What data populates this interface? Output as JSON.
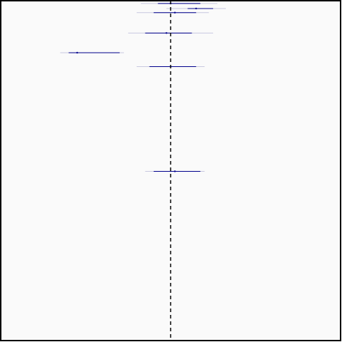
{
  "chart_data": {
    "type": "scatter",
    "title": "",
    "xlabel": "",
    "ylabel": "",
    "xlim": [
      -2.0,
      2.0
    ],
    "ylim": [
      0,
      100
    ],
    "grid": false,
    "legend": "none",
    "reference_line": {
      "x": 0.0,
      "style": "dashed"
    },
    "series": [
      {
        "points": [
          {
            "y": 0.8,
            "x": 0.0,
            "lo": -0.15,
            "hi": 0.35,
            "ci_lo": -0.35,
            "ci_hi": 0.55
          },
          {
            "y": 2.3,
            "x": 0.3,
            "lo": 0.2,
            "hi": 0.5,
            "ci_lo": -0.05,
            "ci_hi": 0.65
          },
          {
            "y": 3.5,
            "x": 0.05,
            "lo": -0.2,
            "hi": 0.3,
            "ci_lo": -0.4,
            "ci_hi": 0.45
          },
          {
            "y": 9.5,
            "x": -0.05,
            "lo": -0.3,
            "hi": 0.25,
            "ci_lo": -0.5,
            "ci_hi": 0.5
          },
          {
            "y": 15.3,
            "x": -1.1,
            "lo": -1.2,
            "hi": -0.6,
            "ci_lo": -1.3,
            "ci_hi": -0.55
          },
          {
            "y": 19.4,
            "x": 0.0,
            "lo": -0.25,
            "hi": 0.3,
            "ci_lo": -0.4,
            "ci_hi": 0.4
          },
          {
            "y": 50.2,
            "x": 0.05,
            "lo": -0.2,
            "hi": 0.35,
            "ci_lo": -0.3,
            "ci_hi": 0.4
          }
        ]
      }
    ],
    "colors": {
      "background": "#fafafa",
      "border": "#000000",
      "estimate": "#00008b",
      "interval": "#c8c8e0",
      "reference": "#000000"
    }
  }
}
